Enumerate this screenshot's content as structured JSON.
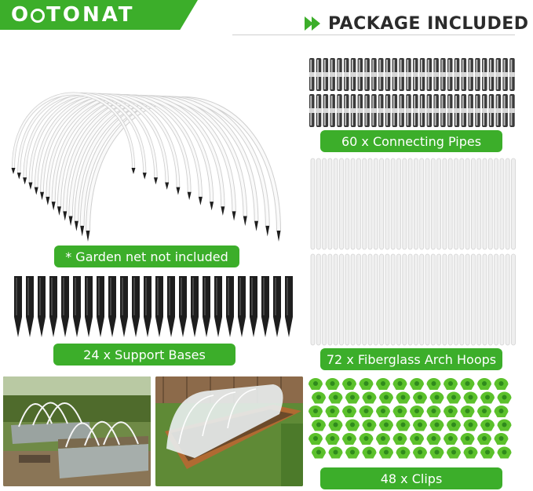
{
  "brand": {
    "name": "TONAT",
    "lead_letter": "O"
  },
  "header": {
    "title": "PACKAGE INCLUDED"
  },
  "labels": {
    "net_note": "* Garden net not included",
    "connecting_pipes": "60 x Connecting Pipes",
    "support_bases": "24 x Support Bases",
    "arch_hoops": "72 x Fiberglass Arch Hoops",
    "clips": "48 x Clips"
  },
  "colors": {
    "accent": "#3cae2a",
    "text": "#2b2b2b",
    "hoop": "#f2f2f2",
    "stake": "#1e1e1e",
    "clip": "#5cc12c"
  },
  "icons": [
    "brand-sun-icon",
    "double-arrow-icon"
  ]
}
